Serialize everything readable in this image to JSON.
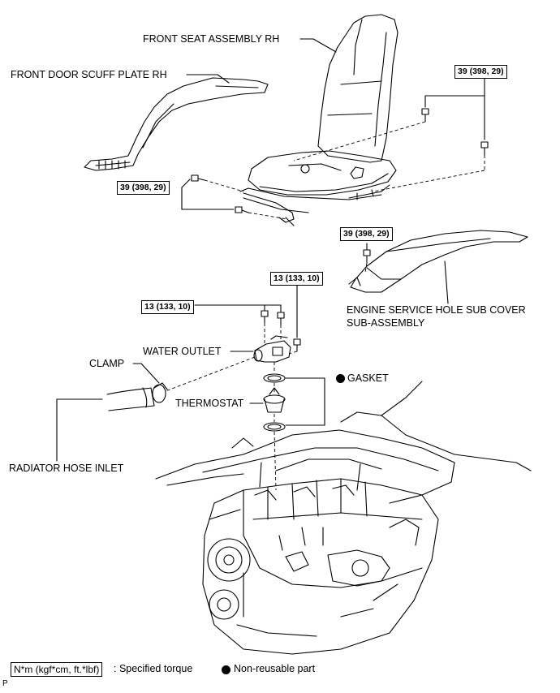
{
  "labels": {
    "front_seat": "FRONT SEAT ASSEMBLY RH",
    "scuff_plate": "FRONT DOOR SCUFF PLATE RH",
    "engine_cover_line1": "ENGINE SERVICE HOLE SUB COVER",
    "engine_cover_line2": "SUB-ASSEMBLY",
    "water_outlet": "WATER OUTLET",
    "clamp": "CLAMP",
    "gasket": "GASKET",
    "thermostat": "THERMOSTAT",
    "radiator_hose": "RADIATOR HOSE INLET"
  },
  "torque": {
    "seat_rear": "39 (398, 29)",
    "seat_front": "39 (398, 29)",
    "cover": "39 (398, 29)",
    "outlet_left": "13 (133, 10)",
    "outlet_right": "13 (133, 10)"
  },
  "legend": {
    "torque_box": "N*m (kgf*cm, ft.*lbf)",
    "torque_text": ": Specified torque",
    "nonreusable_text": "Non-reusable part"
  },
  "corner_mark": "P"
}
